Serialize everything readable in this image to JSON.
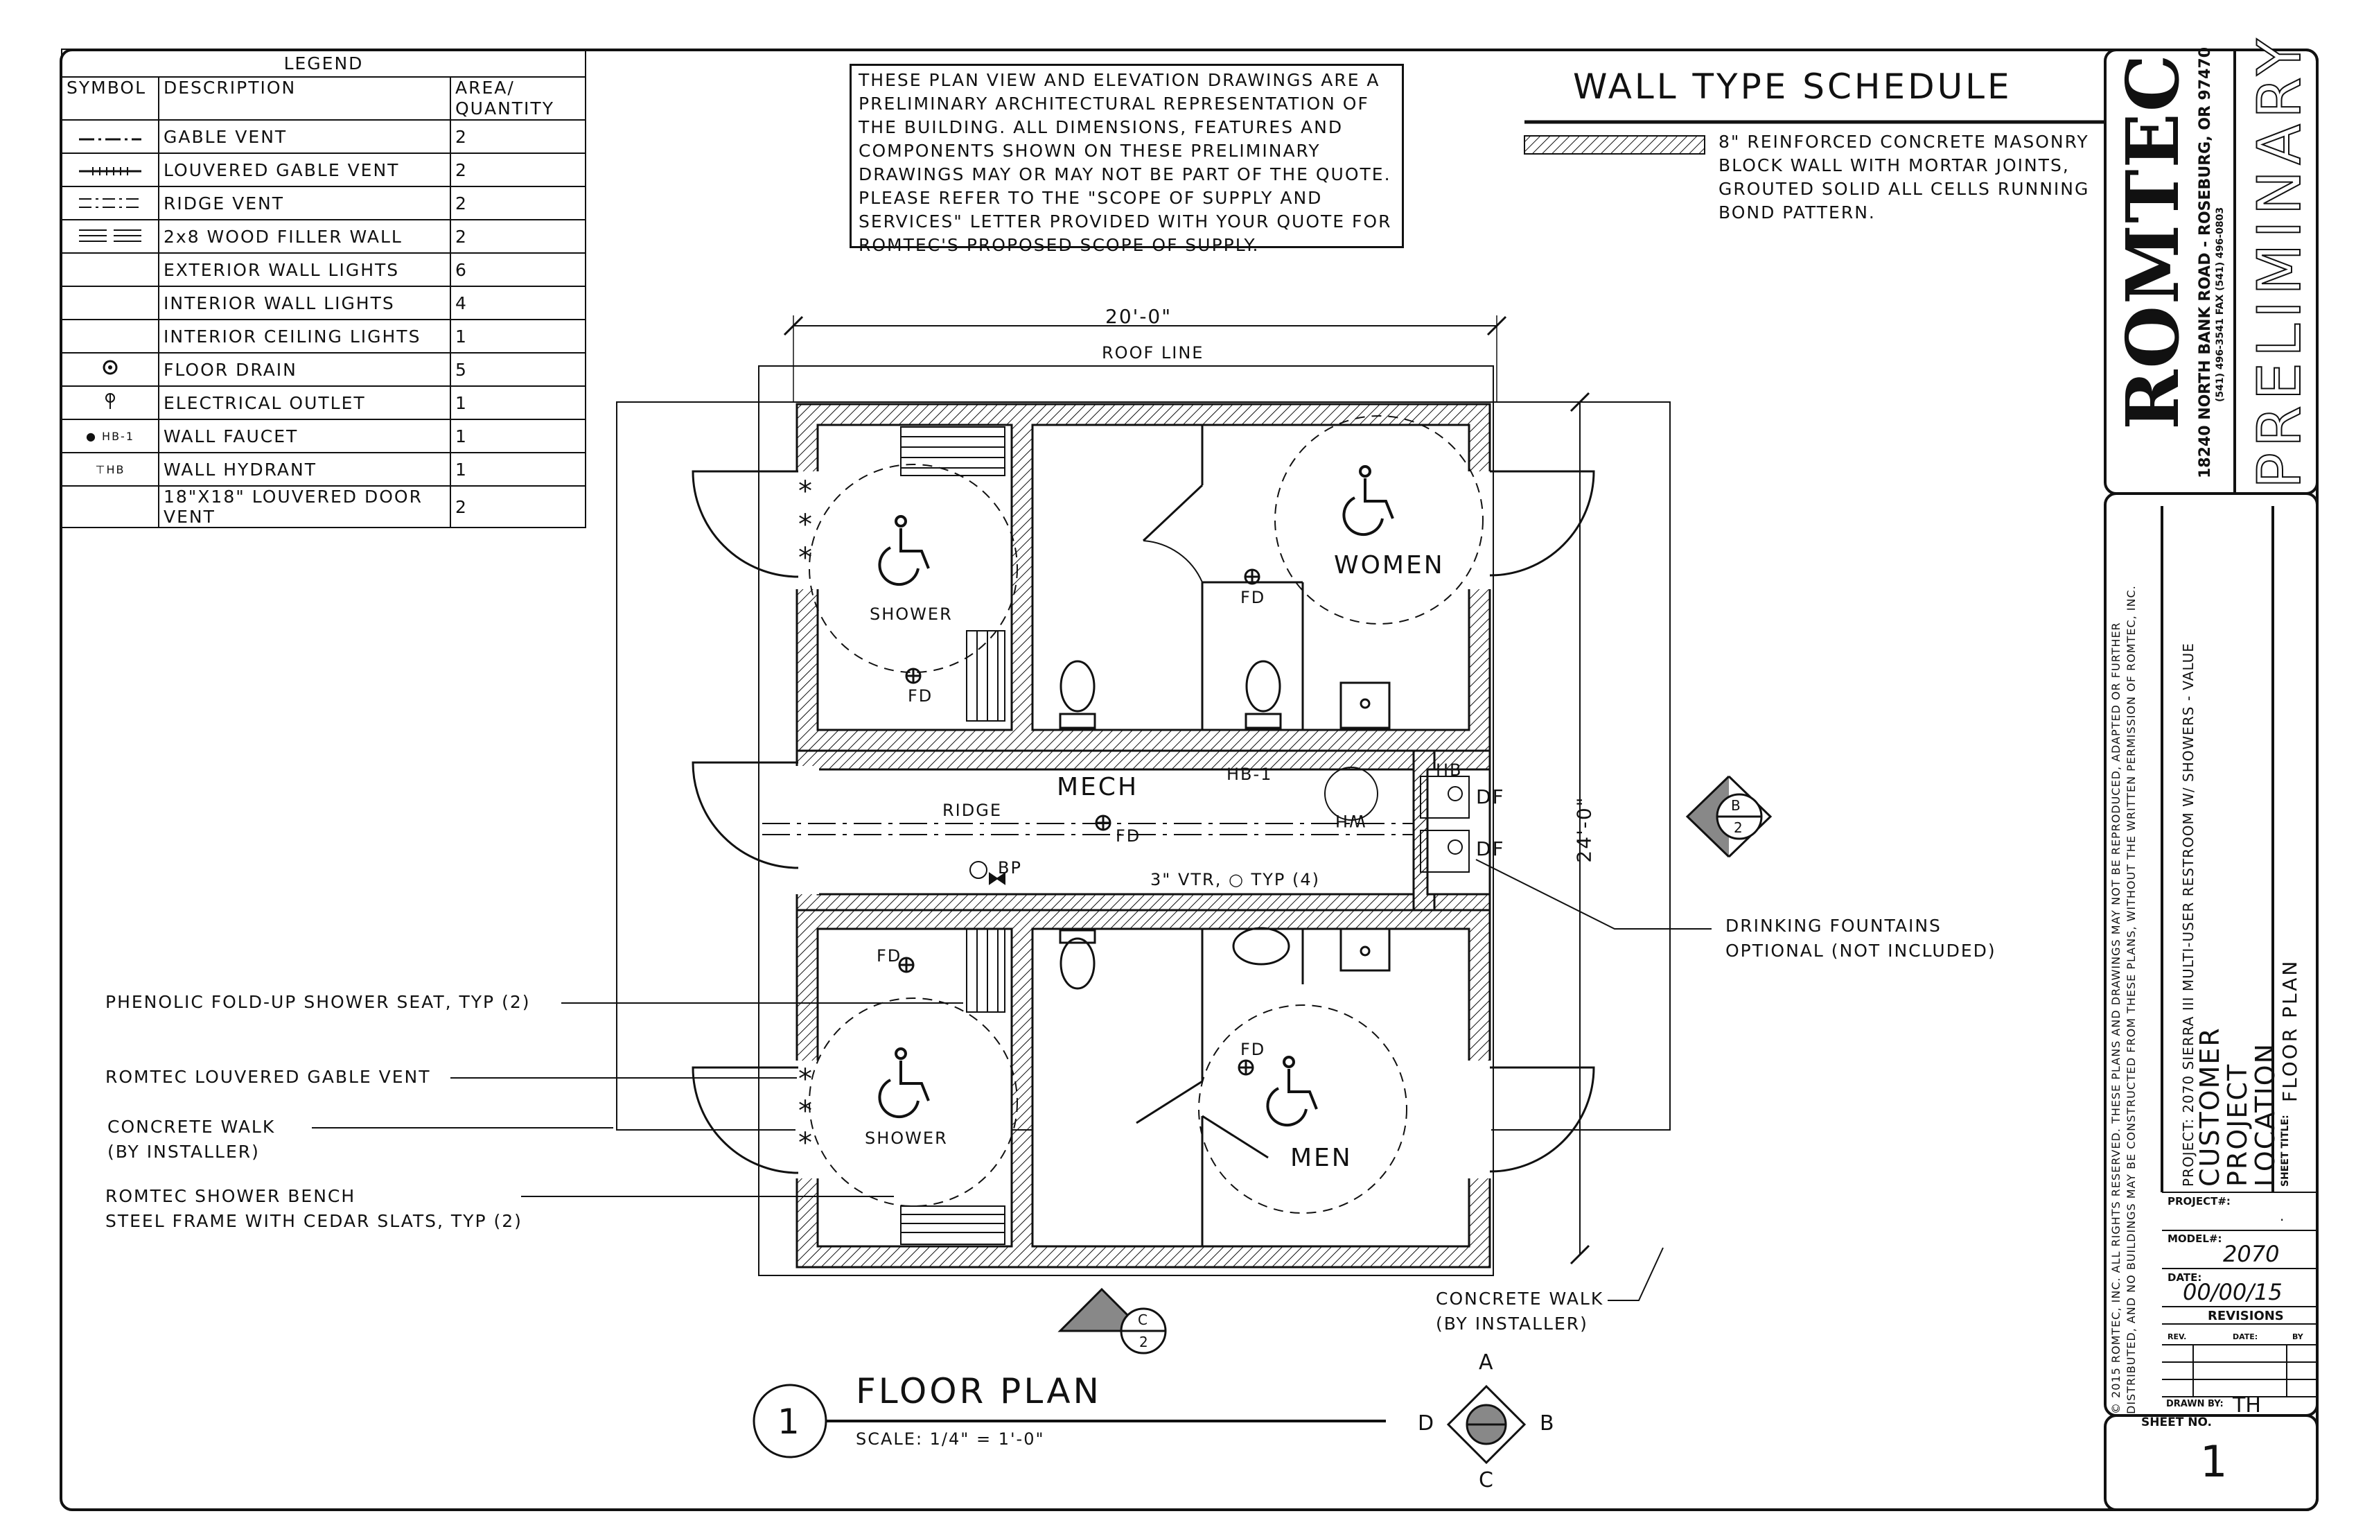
{
  "legend": {
    "title": "LEGEND",
    "headers": {
      "symbol": "SYMBOL",
      "description": "DESCRIPTION",
      "area": "AREA/ QUANTITY"
    },
    "rows": [
      {
        "symbol": "gable-vent-line",
        "description": "GABLE VENT",
        "qty": "2"
      },
      {
        "symbol": "louvered-gable-vent-line",
        "description": "LOUVERED GABLE VENT",
        "qty": "2"
      },
      {
        "symbol": "ridge-vent-line",
        "description": "RIDGE VENT",
        "qty": "2"
      },
      {
        "symbol": "wood-filler-wall",
        "description": "2x8 WOOD FILLER WALL",
        "qty": "2"
      },
      {
        "symbol": "",
        "description": "EXTERIOR WALL LIGHTS",
        "qty": "6"
      },
      {
        "symbol": "",
        "description": "INTERIOR WALL LIGHTS",
        "qty": "4"
      },
      {
        "symbol": "",
        "description": "INTERIOR CEILING LIGHTS",
        "qty": "1"
      },
      {
        "symbol": "floor-drain-icon",
        "description": "FLOOR DRAIN",
        "qty": "5"
      },
      {
        "symbol": "electrical-outlet-icon",
        "description": "ELECTRICAL OUTLET",
        "qty": "1"
      },
      {
        "symbol": "wall-faucet-icon",
        "description": "WALL FAUCET",
        "qty": "1"
      },
      {
        "symbol": "wall-hydrant-icon",
        "description": "WALL HYDRANT",
        "qty": "1"
      },
      {
        "symbol": "",
        "description": "18\"X18\" LOUVERED DOOR VENT",
        "qty": "2"
      }
    ],
    "symbol_text": {
      "faucet": "HB-1",
      "hydrant": "HB"
    }
  },
  "note": "THESE PLAN VIEW AND ELEVATION DRAWINGS ARE A PRELIMINARY ARCHITECTURAL REPRESENTATION OF THE BUILDING. ALL DIMENSIONS, FEATURES AND COMPONENTS SHOWN ON THESE PRELIMINARY DRAWINGS MAY OR MAY NOT BE PART OF THE QUOTE. PLEASE REFER TO THE \"SCOPE OF SUPPLY AND SERVICES\" LETTER PROVIDED WITH YOUR QUOTE FOR ROMTEC'S PROPOSED SCOPE OF SUPPLY.",
  "wall_schedule": {
    "title": "WALL TYPE SCHEDULE",
    "text": "8\" REINFORCED CONCRETE MASONRY BLOCK WALL WITH MORTAR JOINTS, GROUTED SOLID ALL CELLS RUNNING BOND PATTERN."
  },
  "plan": {
    "dim_width": "20'-0\"",
    "dim_depth": "24'-0\"",
    "roof_line": "ROOF LINE",
    "rooms": {
      "women": "WOMEN",
      "men": "MEN",
      "mech": "MECH",
      "shower_top": "SHOWER",
      "shower_bottom": "SHOWER"
    },
    "labels": {
      "fd": "FD",
      "ridge": "RIDGE",
      "hb1": "HB-1",
      "hb": "HB",
      "wh": "WH",
      "df": "DF",
      "bp": "BP",
      "vtr": "3\" VTR, ",
      "typ4": " TYP (4)"
    },
    "section_markers": [
      {
        "letter": "B",
        "num": "2"
      },
      {
        "letter": "C",
        "num": "2"
      }
    ]
  },
  "callouts": {
    "seat": "PHENOLIC FOLD-UP SHOWER SEAT, TYP (2)",
    "vent": "ROMTEC LOUVERED GABLE VENT",
    "walk_left_1": "CONCRETE WALK",
    "walk_left_2": "(BY INSTALLER)",
    "bench_1": "ROMTEC SHOWER BENCH",
    "bench_2": "STEEL FRAME WITH CEDAR SLATS, TYP (2)",
    "fountains_1": "DRINKING FOUNTAINS",
    "fountains_2": "OPTIONAL (NOT INCLUDED)",
    "walk_right_1": "CONCRETE WALK",
    "walk_right_2": "(BY INSTALLER)"
  },
  "title": {
    "number": "1",
    "name": "FLOOR PLAN",
    "scale": "SCALE: 1/4\" = 1'-0\""
  },
  "compass": {
    "a": "A",
    "b": "B",
    "c": "C",
    "d": "D"
  },
  "title_block": {
    "company": "ROMTEC",
    "address": "18240 NORTH BANK ROAD - ROSEBURG, OR 97470",
    "phone": "(541) 496-3541   FAX (541) 496-0803",
    "status": "PRELIMINARY",
    "copyright": "© 2015 ROMTEC, INC. ALL RIGHTS RESERVED. THESE PLANS AND DRAWINGS MAY NOT BE REPRODUCED, ADAPTED OR FURTHER",
    "copyright2": "DISTRIBUTED, AND NO BUILDINGS MAY BE CONSTRUCTED FROM THESE PLANS, WITHOUT THE WRITTEN PERMISSION OF ROMTEC, INC.",
    "project_line": "PROJECT: 2070 SIERRA III MULTI-USER RESTROOM W/ SHOWERS - VALUE",
    "customer": "CUSTOMER",
    "project": "PROJECT",
    "location": "LOCATION",
    "sheet_title_label": "SHEET TITLE:",
    "sheet_title": "FLOOR PLAN",
    "project_no_label": "PROJECT#:",
    "project_no": ".",
    "model_label": "MODEL#:",
    "model": "2070",
    "date_label": "DATE:",
    "date": "00/00/15",
    "revisions": "REVISIONS",
    "rev_headers": {
      "rev": "REV.",
      "date": "DATE:",
      "by": "BY"
    },
    "drawn_label": "DRAWN BY:",
    "drawn": "TH",
    "sheet_label": "SHEET NO.",
    "sheet": "1"
  }
}
